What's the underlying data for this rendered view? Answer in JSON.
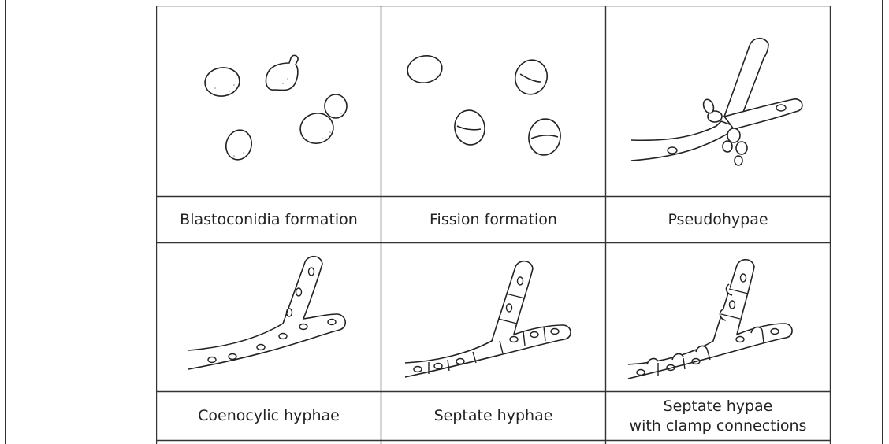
{
  "figure": {
    "row1": {
      "cells": [
        {
          "label": "Blastoconidia formation",
          "icon": "blastoconidia-yeast-cells-icon"
        },
        {
          "label": "Fission formation",
          "icon": "fission-yeast-cells-icon"
        },
        {
          "label": "Pseudohypae",
          "icon": "pseudohyphae-icon"
        }
      ]
    },
    "row2": {
      "cells": [
        {
          "label": "Coenocylic hyphae",
          "icon": "coenocytic-hyphae-icon"
        },
        {
          "label": "Septate hyphae",
          "icon": "septate-hyphae-icon"
        },
        {
          "label": "Septate hypae\nwith clamp connections",
          "icon": "clamp-connection-hyphae-icon"
        }
      ]
    }
  }
}
